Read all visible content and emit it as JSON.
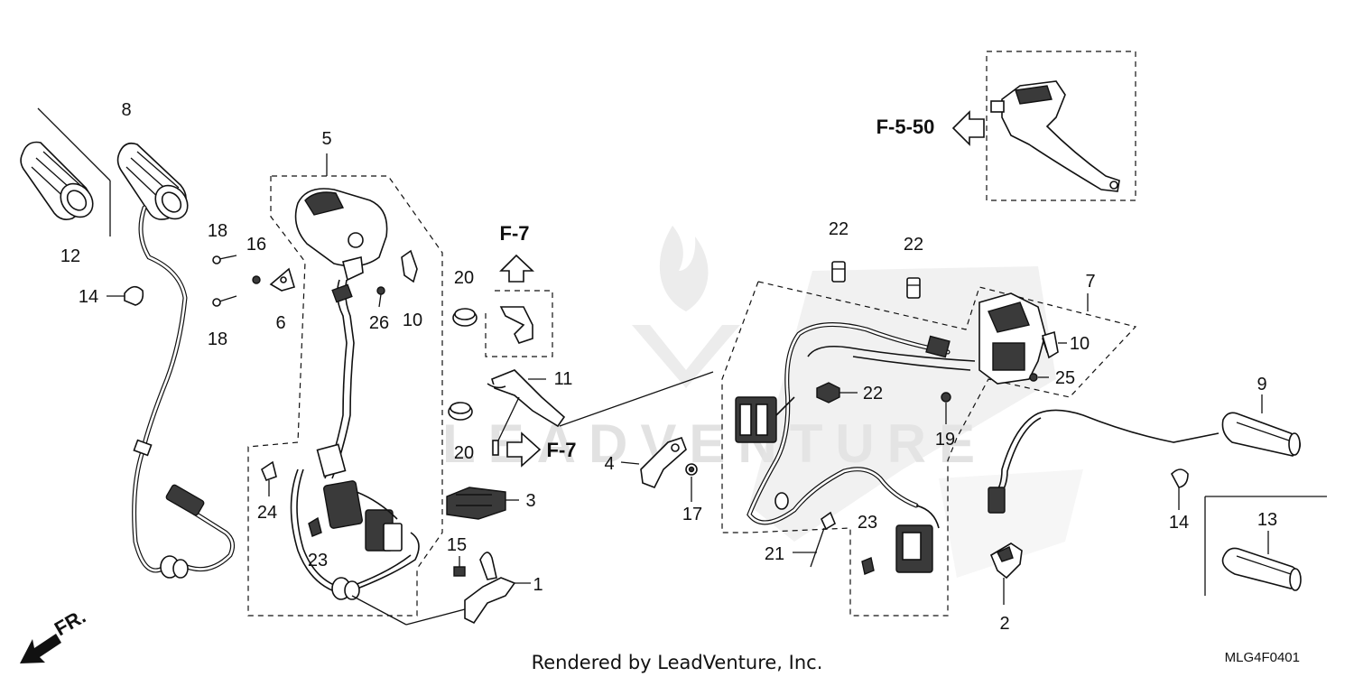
{
  "diagram": {
    "callouts": {
      "c1": "1",
      "c2": "2",
      "c3": "3",
      "c4": "4",
      "c5": "5",
      "c6": "6",
      "c7": "7",
      "c8": "8",
      "c9": "9",
      "c10a": "10",
      "c10b": "10",
      "c11": "11",
      "c12": "12",
      "c13": "13",
      "c14a": "14",
      "c14b": "14",
      "c15": "15",
      "c16": "16",
      "c17": "17",
      "c18a": "18",
      "c18b": "18",
      "c19": "19",
      "c20a": "20",
      "c20b": "20",
      "c21": "21",
      "c22a": "22",
      "c22b": "22",
      "c22c": "22",
      "c23a": "23",
      "c23b": "23",
      "c24": "24",
      "c25": "25",
      "c26": "26"
    },
    "refs": {
      "f7_top": "F-7",
      "f7_mid": "F-7",
      "f550": "F-5-50"
    },
    "direction": "FR.",
    "footer": "Rendered by LeadVenture, Inc.",
    "diagram_code": "MLG4F0401",
    "watermark": "LEADVENTURE"
  }
}
